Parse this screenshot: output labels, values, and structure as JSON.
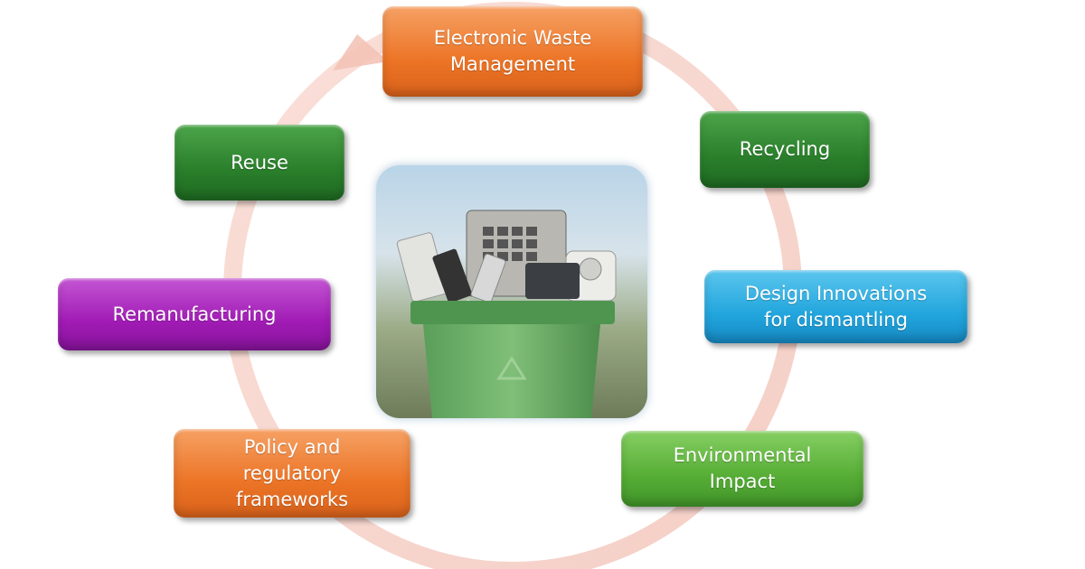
{
  "diagram": {
    "colors": {
      "arrow": "#f5cfc6",
      "orange": "#ee7a2b",
      "green": "#2e8b2e",
      "light_green": "#5cb43a",
      "blue": "#22a6dd",
      "purple": "#a11bb5"
    },
    "nodes": [
      {
        "id": "electronic-waste-management",
        "label": "Electronic Waste\nManagement",
        "color": "orange"
      },
      {
        "id": "recycling",
        "label": "Recycling",
        "color": "green"
      },
      {
        "id": "design-innovations",
        "label": "Design Innovations\nfor dismantling",
        "color": "blue"
      },
      {
        "id": "environmental-impact",
        "label": "Environmental\nImpact",
        "color": "light_green"
      },
      {
        "id": "policy-frameworks",
        "label": "Policy and\nregulatory\nframeworks",
        "color": "orange"
      },
      {
        "id": "remanufacturing",
        "label": "Remanufacturing",
        "color": "purple"
      },
      {
        "id": "reuse",
        "label": "Reuse",
        "color": "green"
      }
    ],
    "center_image": {
      "icon": "recycling-bin-with-electronic-waste-icon"
    }
  }
}
